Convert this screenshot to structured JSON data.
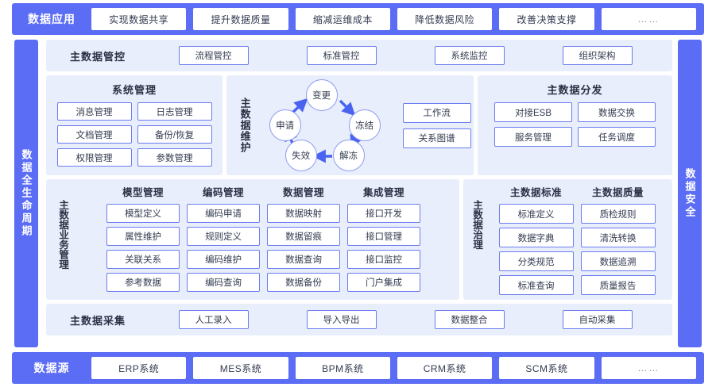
{
  "top_band": {
    "title": "数据应用",
    "items": [
      "实现数据共享",
      "提升数据质量",
      "缩减运维成本",
      "降低数据风险",
      "改善决策支撑",
      "……"
    ]
  },
  "bottom_band": {
    "title": "数据源",
    "items": [
      "ERP系统",
      "MES系统",
      "BPM系统",
      "CRM系统",
      "SCM系统",
      "……"
    ]
  },
  "left_rail": {
    "label": "数据全生命周期"
  },
  "right_rail": {
    "label": "数据安全"
  },
  "governance_row": {
    "title": "主数据管控",
    "items": [
      "流程管控",
      "标准管控",
      "系统监控",
      "组织架构"
    ]
  },
  "collect_row": {
    "title": "主数据采集",
    "items": [
      "人工录入",
      "导入导出",
      "数据整合",
      "自动采集"
    ]
  },
  "system_panel": {
    "title": "系统管理",
    "col1": [
      "消息管理",
      "文档管理",
      "权限管理"
    ],
    "col2": [
      "日志管理",
      "备份/恢复",
      "参数管理"
    ]
  },
  "maintain_panel": {
    "label": "主数据维护",
    "cycle": [
      "变更",
      "冻结",
      "解冻",
      "失效",
      "申请"
    ],
    "side_items": [
      "工作流",
      "关系图谱"
    ]
  },
  "distribute_panel": {
    "title": "主数据分发",
    "col1": [
      "对接ESB",
      "服务管理"
    ],
    "col2": [
      "数据交换",
      "任务调度"
    ]
  },
  "business_panel": {
    "label": "主数据业务管理",
    "columns": [
      {
        "head": "模型管理",
        "items": [
          "模型定义",
          "属性维护",
          "关联关系",
          "参考数据"
        ]
      },
      {
        "head": "编码管理",
        "items": [
          "编码申请",
          "规则定义",
          "编码维护",
          "编码查询"
        ]
      },
      {
        "head": "数据管理",
        "items": [
          "数据映射",
          "数据留痕",
          "数据查询",
          "数据备份"
        ]
      },
      {
        "head": "集成管理",
        "items": [
          "接口开发",
          "接口管理",
          "接口监控",
          "门户集成"
        ]
      }
    ]
  },
  "treatment_panel": {
    "label": "主数据治理",
    "columns": [
      {
        "head": "主数据标准",
        "items": [
          "标准定义",
          "数据字典",
          "分类规范",
          "标准查询"
        ]
      },
      {
        "head": "主数据质量",
        "items": [
          "质检规则",
          "清洗转换",
          "数据追溯",
          "质量报告"
        ]
      }
    ]
  },
  "colors": {
    "brand_blue": "#5b6cf5",
    "panel_bg": "#e8eefb",
    "chip_border": "#6b7cf0",
    "text_dark": "#2b3245"
  }
}
